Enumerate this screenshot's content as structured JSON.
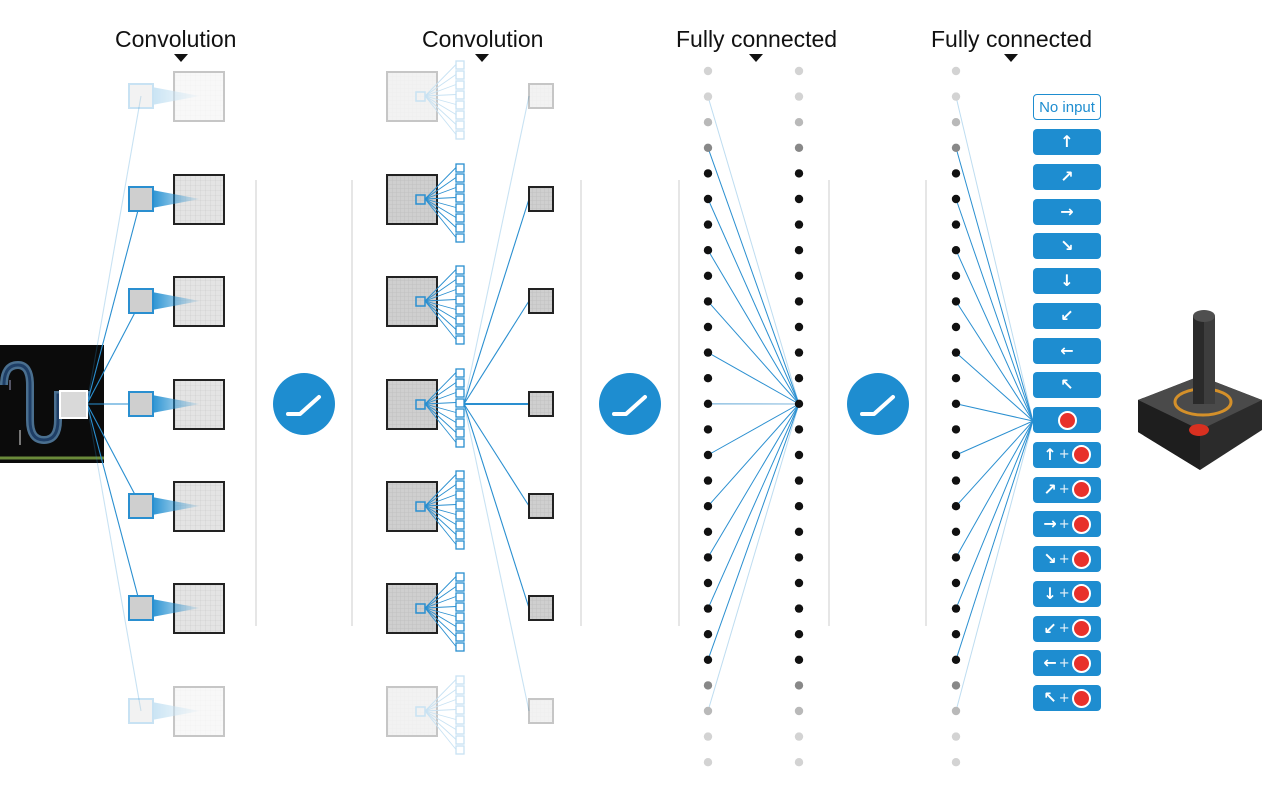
{
  "layers": {
    "conv1": "Convolution",
    "conv2": "Convolution",
    "fc1": "Fully connected",
    "fc2": "Fully connected"
  },
  "actions": {
    "no_input": "No input",
    "items": [
      {
        "name": "up",
        "glyph": "↑",
        "fire": false
      },
      {
        "name": "up-right",
        "glyph": "↗",
        "fire": false
      },
      {
        "name": "right",
        "glyph": "→",
        "fire": false
      },
      {
        "name": "down-right",
        "glyph": "↘",
        "fire": false
      },
      {
        "name": "down",
        "glyph": "↓",
        "fire": false
      },
      {
        "name": "down-left",
        "glyph": "↙",
        "fire": false
      },
      {
        "name": "left",
        "glyph": "←",
        "fire": false
      },
      {
        "name": "up-left",
        "glyph": "↖",
        "fire": false
      },
      {
        "name": "fire",
        "glyph": "",
        "fire": true
      },
      {
        "name": "up-fire",
        "glyph": "↑",
        "fire": true
      },
      {
        "name": "up-right-fire",
        "glyph": "↗",
        "fire": true
      },
      {
        "name": "right-fire",
        "glyph": "→",
        "fire": true
      },
      {
        "name": "down-right-fire",
        "glyph": "↘",
        "fire": true
      },
      {
        "name": "down-fire",
        "glyph": "↓",
        "fire": true
      },
      {
        "name": "down-left-fire",
        "glyph": "↙",
        "fire": true
      },
      {
        "name": "left-fire",
        "glyph": "←",
        "fire": true
      },
      {
        "name": "up-left-fire",
        "glyph": "↖",
        "fire": true
      }
    ],
    "plus": "+"
  },
  "colors": {
    "accent": "#1e8dd0",
    "line": "#2a8fd0",
    "fire": "#e8312b",
    "node": "#111111",
    "faded_node": "#cccccc"
  },
  "icons": {
    "relu": "relu-icon",
    "joystick": "joystick-icon",
    "game_screen": "game-screen-icon"
  }
}
